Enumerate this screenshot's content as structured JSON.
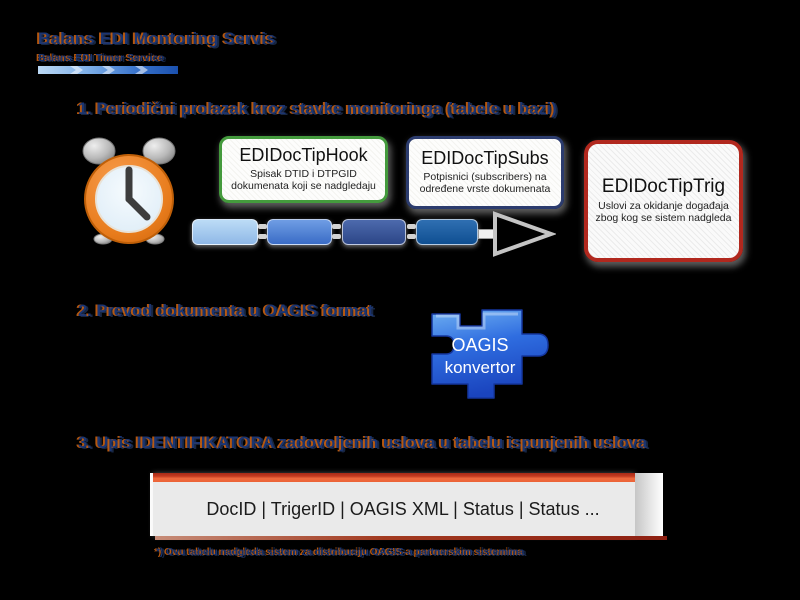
{
  "header": {
    "title": "Balans EDI Montoring Servis",
    "subtitle": "Balans EDI Timer Service"
  },
  "step1": {
    "heading": "1. Periodični prolazak kroz stavke monitoringa (tabele u bazi)",
    "boxes": [
      {
        "title": "EDIDocTipHook",
        "description": "Spisak DTID i DTPGID dokumenata koji se nadgledaju",
        "border_color": "#449a3d"
      },
      {
        "title": "EDIDocTipSubs",
        "description": "Potpisnici (subscribers) na određene vrste dokumenata",
        "border_color": "#2c3c6e"
      },
      {
        "title": "EDIDocTipTrig",
        "description": "Uslovi za okidanje događaja zbog kog se sistem nadgleda",
        "border_color": "#b1281e"
      }
    ],
    "pipeline": {
      "segment_colors": [
        "#a6c8ef",
        "#4a80d6",
        "#36539b",
        "#175a9e"
      ],
      "arrow_style": "outlined-triangle"
    }
  },
  "step2": {
    "heading": "2. Prevod dokumenta u OAGIS format",
    "converter": {
      "line1": "OAGIS",
      "line2": "konvertor",
      "color": "#2a5ad0"
    }
  },
  "step3": {
    "heading": "3. Upis IDENTIFIKATORA zadovoljenih uslova u tabelu ispunjenih uslova",
    "table_header": "DocID | TrigerID | OAGIS XML | Status | Status ...",
    "table_accent_color": "#ec6336",
    "table_shadow_color": "#8e2012",
    "footnote": "*) Ovu tabelu nadgleda sistem za distribuciju OAGIS-a partnerskim sistemima"
  },
  "icons": {
    "clock": "alarm-clock-icon",
    "flow_arrow": "flow-arrow-icon",
    "puzzle": "puzzle-piece-icon",
    "chevrons": "chevron-right-icon"
  },
  "colors": {
    "background": "#000000",
    "heading_text": "#1b3571",
    "heading_fringe": "#c96110"
  }
}
